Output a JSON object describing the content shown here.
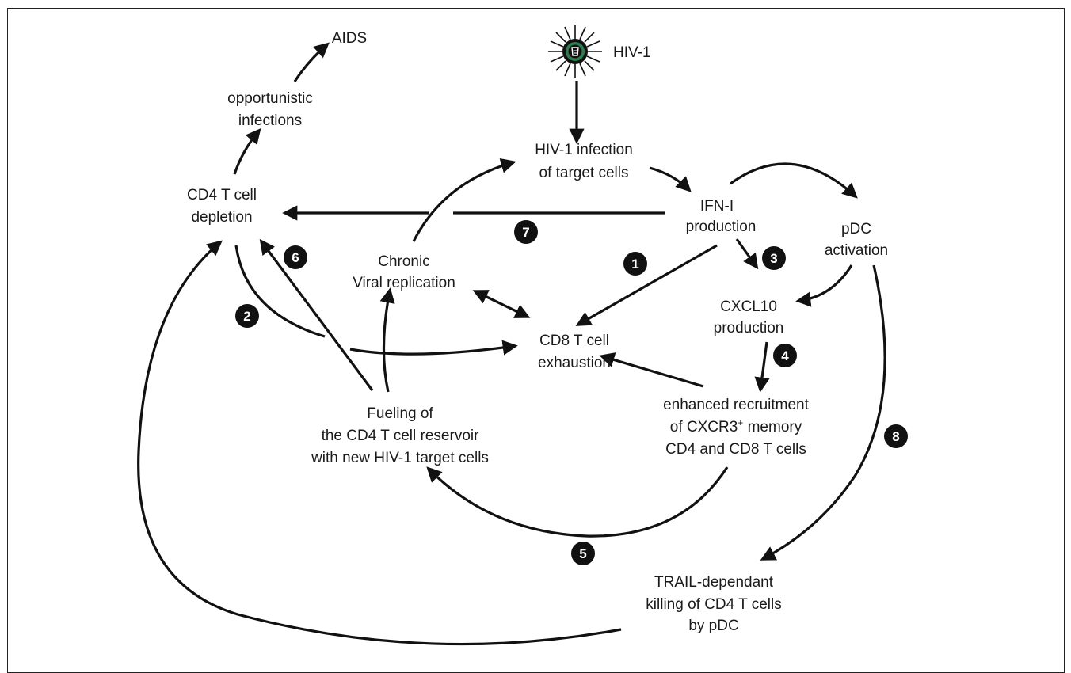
{
  "nodes": {
    "aids": "AIDS",
    "hiv1": "HIV-1",
    "opportunistic": [
      "opportunistic",
      "infections"
    ],
    "hiv_infection": [
      "HIV-1 infection",
      "of target cells"
    ],
    "cd4_depletion": [
      "CD4 T cell",
      "depletion"
    ],
    "ifn": [
      "IFN-I",
      "production"
    ],
    "pdc_activation": [
      "pDC",
      "activation"
    ],
    "chronic": [
      "Chronic",
      "Viral replication"
    ],
    "cxcl10": [
      "CXCL10",
      "production"
    ],
    "cd8_exhaustion": [
      "CD8 T cell",
      "exhaustion"
    ],
    "recruitment": {
      "line1": "enhanced recruitment",
      "line2_pre": "of CXCR3",
      "line2_sup": "+",
      "line2_post": " memory",
      "line3": "CD4 and CD8 T cells"
    },
    "fueling": [
      "Fueling of",
      "the CD4 T cell reservoir",
      "with new HIV-1 target cells"
    ],
    "trail": [
      "TRAIL-dependant",
      "killing of CD4 T cells",
      "by pDC"
    ]
  },
  "steps": [
    "1",
    "2",
    "3",
    "4",
    "5",
    "6",
    "7",
    "8"
  ]
}
